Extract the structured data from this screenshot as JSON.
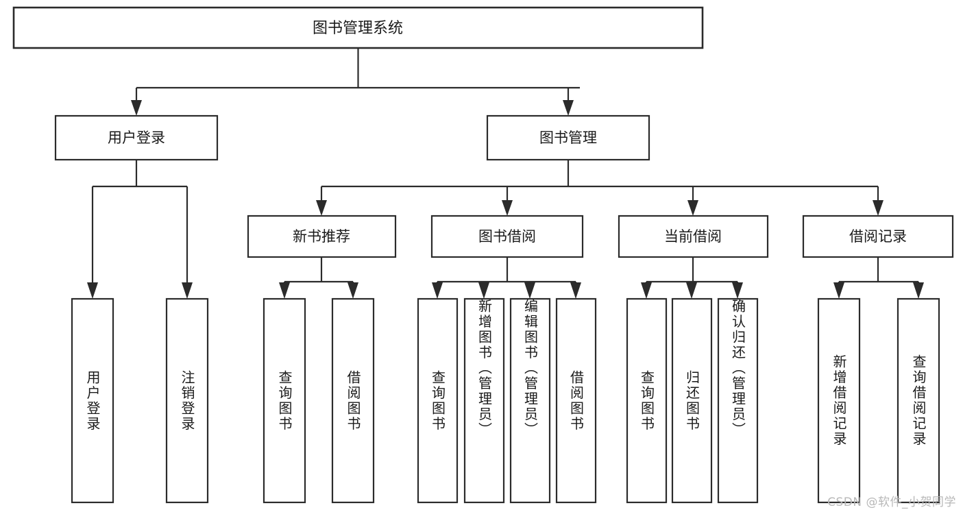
{
  "diagram": {
    "type": "tree",
    "title": "图书管理系统",
    "orientation": "top-down",
    "colors": {
      "box_stroke": "#2b2b2b",
      "box_fill": "#ffffff",
      "text": "#1a1a1a",
      "background": "#ffffff",
      "watermark": "#b8b8b8"
    },
    "root": {
      "label": "图书管理系统"
    },
    "level2": [
      {
        "label": "用户登录"
      },
      {
        "label": "图书管理"
      }
    ],
    "level3": [
      {
        "label": "新书推荐"
      },
      {
        "label": "图书借阅"
      },
      {
        "label": "当前借阅"
      },
      {
        "label": "借阅记录"
      }
    ],
    "leaves": {
      "user_login": [
        {
          "label": "用户登录"
        },
        {
          "label": "注销登录"
        }
      ],
      "new_book_recommend": [
        {
          "label": "查询图书"
        },
        {
          "label": "借阅图书"
        }
      ],
      "book_borrow": [
        {
          "label": "查询图书"
        },
        {
          "label": "新增图书（管理员）"
        },
        {
          "label": "编辑图书（管理员）"
        },
        {
          "label": "借阅图书"
        }
      ],
      "current_borrow": [
        {
          "label": "查询图书"
        },
        {
          "label": "归还图书"
        },
        {
          "label": "确认归还（管理员）"
        }
      ],
      "borrow_record": [
        {
          "label": "新增借阅记录"
        },
        {
          "label": "查询借阅记录"
        }
      ]
    }
  },
  "watermark": {
    "text": "CSDN @软件_小贺同学"
  }
}
